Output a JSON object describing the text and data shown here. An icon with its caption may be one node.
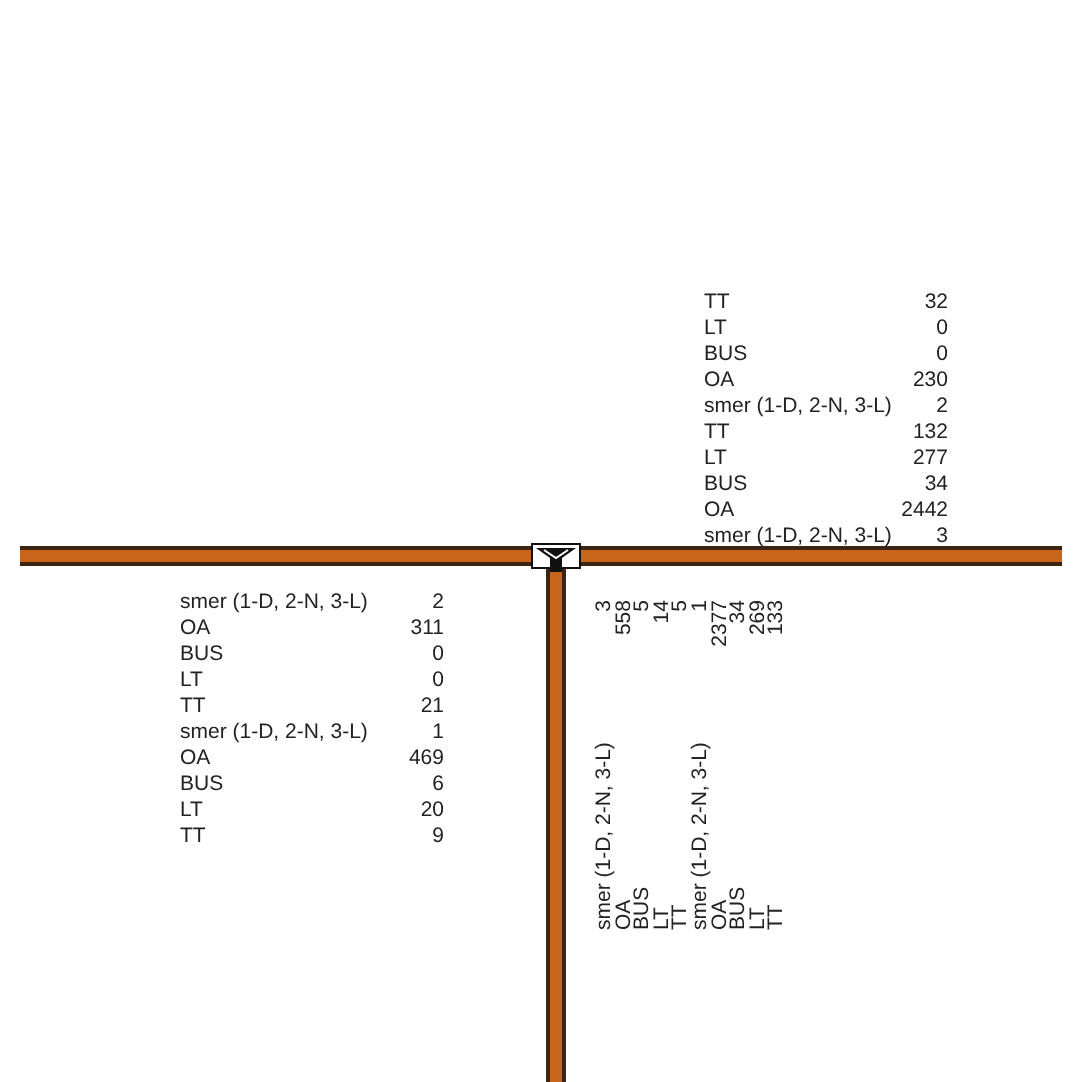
{
  "diagram": {
    "labels": [
      "TT",
      "32",
      "LT",
      "0",
      "BUS",
      "0",
      "OA",
      "230",
      "smer (1-D, 2-N, 3-L)",
      "2",
      "TT",
      "132",
      "LT",
      "277",
      "BUS",
      "34",
      "OA",
      "2442",
      "smer (1-D, 2-N, 3-L)",
      "3",
      "smer (1-D, 2-N, 3-L)",
      "2",
      "OA",
      "311",
      "BUS",
      "0",
      "LT",
      "0",
      "TT",
      "21",
      "smer (1-D, 2-N, 3-L)",
      "1",
      "OA",
      "469",
      "BUS",
      "6",
      "LT",
      "20",
      "TT",
      "9",
      "smer (1-D, 2-N, 3-L)",
      "3",
      "OA",
      "558",
      "BUS",
      "5",
      "LT",
      "14",
      "TT",
      "5",
      "smer (1-D, 2-N, 3-L)",
      "1",
      "OA",
      "2377",
      "BUS",
      "34",
      "LT",
      "269",
      "TT",
      "133"
    ]
  }
}
